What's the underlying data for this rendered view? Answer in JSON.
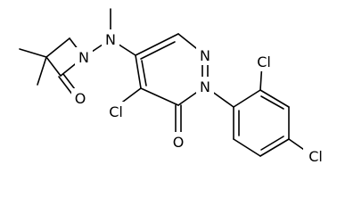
{
  "diagram": {
    "type": "chemical-structure",
    "atom_labels": {
      "n_amine": "N",
      "n_lactam": "N",
      "o_lactam": "O",
      "cl_ring_4": "Cl",
      "n_pyridazine_2": "N",
      "n_pyridazine_1": "N",
      "o_pyridazinone": "O",
      "cl_phenyl_ortho": "Cl",
      "cl_phenyl_para": "Cl"
    }
  }
}
